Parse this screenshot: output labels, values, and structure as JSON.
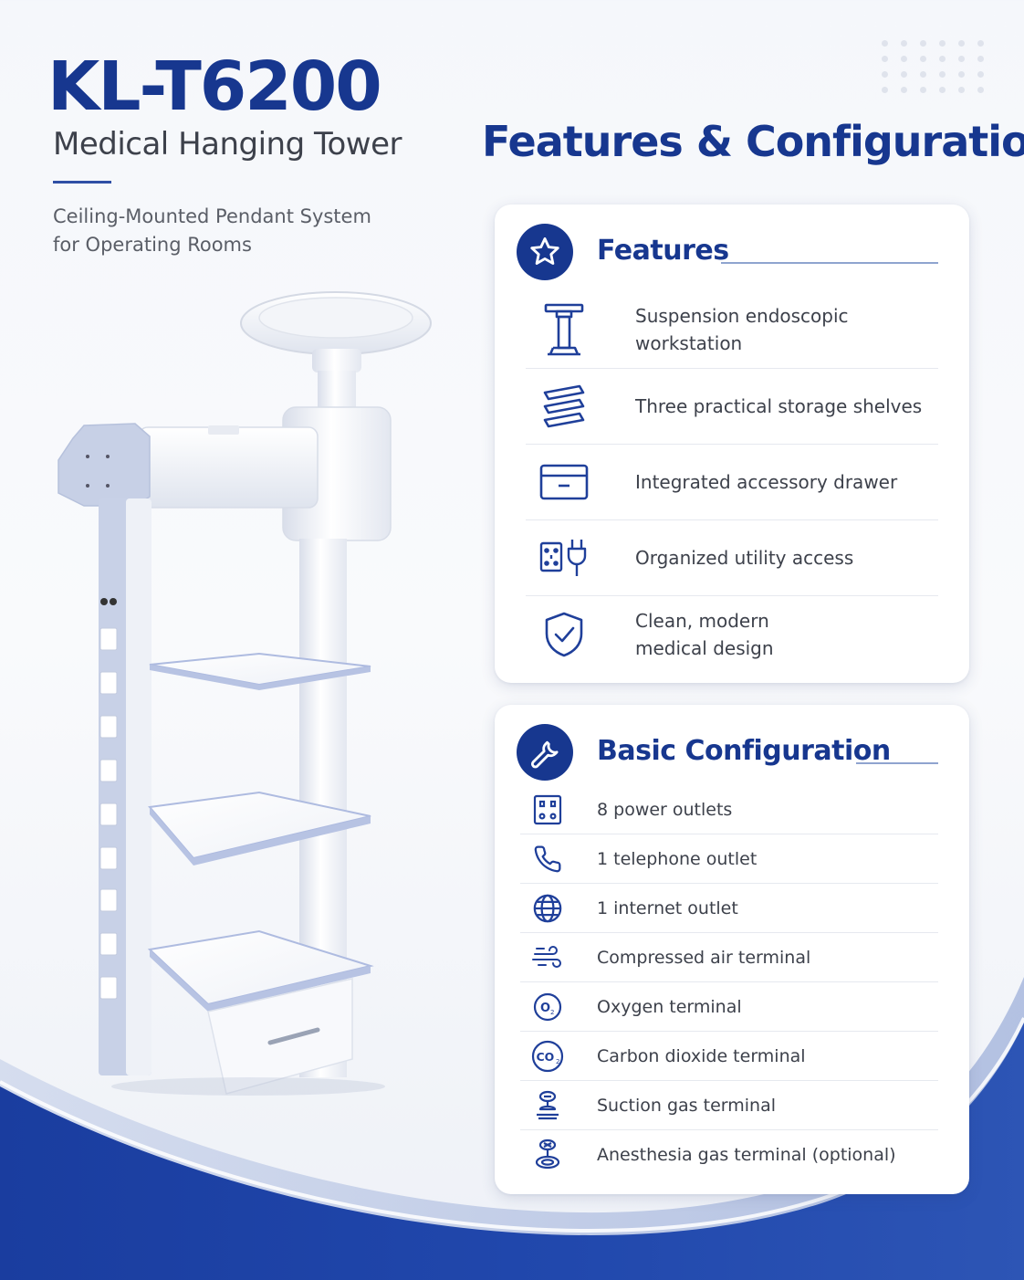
{
  "header": {
    "product_model": "KL-T6200",
    "product_name": "Medical Hanging Tower",
    "tagline_lines": [
      "Ceiling-Mounted Pendant System",
      "for Operating Rooms"
    ],
    "page_heading": "Features & Configuration"
  },
  "features": {
    "title": "Features",
    "icon": "star-icon",
    "items": [
      {
        "icon": "workstation-icon",
        "lines": [
          "Suspension endoscopic",
          "workstation"
        ]
      },
      {
        "icon": "shelves-icon",
        "lines": [
          "Three practical storage shelves"
        ]
      },
      {
        "icon": "drawer-icon",
        "lines": [
          "Integrated accessory drawer"
        ]
      },
      {
        "icon": "outlet-plug-icon",
        "lines": [
          "Organized utility access"
        ]
      },
      {
        "icon": "shield-check-icon",
        "lines": [
          "Clean, modern",
          "medical design"
        ]
      }
    ]
  },
  "configuration": {
    "title": "Basic Configuration",
    "icon": "wrench-icon",
    "items": [
      {
        "icon": "power-outlet-icon",
        "label": "8 power outlets"
      },
      {
        "icon": "phone-icon",
        "label": "1 telephone outlet"
      },
      {
        "icon": "globe-icon",
        "label": "1 internet outlet"
      },
      {
        "icon": "air-icon",
        "label": "Compressed air terminal"
      },
      {
        "icon": "oxygen-icon",
        "label": "Oxygen terminal"
      },
      {
        "icon": "co2-icon",
        "label": "Carbon dioxide terminal"
      },
      {
        "icon": "suction-icon",
        "label": "Suction gas terminal"
      },
      {
        "icon": "anesthesia-icon",
        "label": "Anesthesia gas terminal (optional)"
      }
    ]
  },
  "colors": {
    "brand_navy": "#17378f",
    "accent_blue": "#2f4fa5",
    "text_gray": "#3d414b",
    "card_bg": "#ffffff",
    "wave_blue": "#1e43a6"
  }
}
